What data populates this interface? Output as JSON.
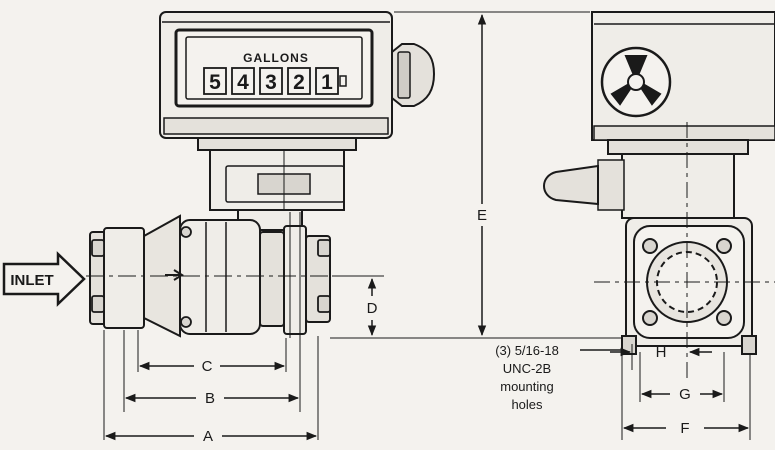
{
  "counter": {
    "title": "GALLONS",
    "digits": [
      "5",
      "4",
      "3",
      "2",
      "1"
    ]
  },
  "inlet_label": "INLET",
  "dimensions": {
    "A": "A",
    "B": "B",
    "C": "C",
    "D": "D",
    "E": "E",
    "F": "F",
    "G": "G",
    "H": "H"
  },
  "note": {
    "line1": "(3) 5/16-18",
    "line2": "UNC-2B",
    "line3": "mounting",
    "line4": "holes"
  },
  "colors": {
    "ink": "#1a1a1a",
    "paper": "#f4f2ee",
    "shade": "#c9c6c0"
  }
}
